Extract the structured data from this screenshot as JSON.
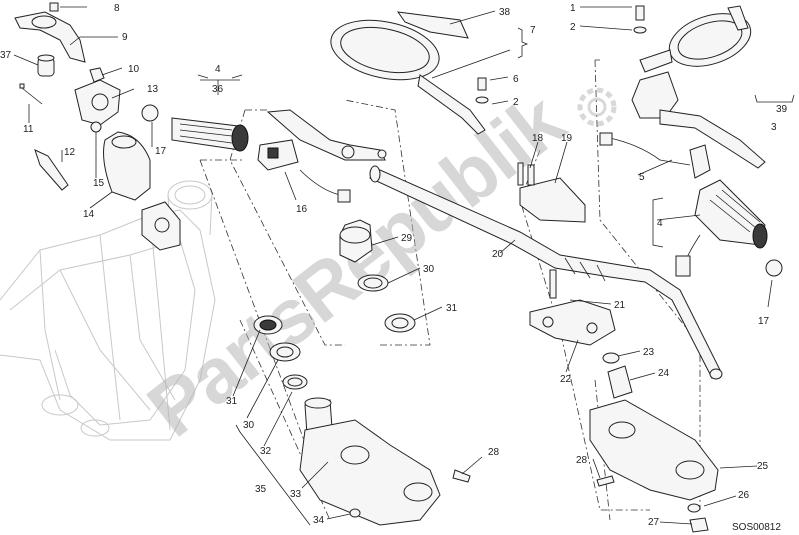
{
  "diagram": {
    "watermark": "PartsRepublik",
    "drawing_code": "SOS00812",
    "callouts": [
      "1",
      "2",
      "3",
      "4",
      "5",
      "6",
      "7",
      "8",
      "9",
      "10",
      "11",
      "12",
      "13",
      "14",
      "15",
      "16",
      "17",
      "18",
      "19",
      "20",
      "21",
      "22",
      "23",
      "24",
      "25",
      "26",
      "27",
      "28",
      "29",
      "30",
      "31",
      "32",
      "33",
      "34",
      "35",
      "36",
      "37",
      "38",
      "39"
    ],
    "colors": {
      "ink": "#222222",
      "frame": "#c8c8c8",
      "watermark": "#b7b7b7"
    }
  }
}
